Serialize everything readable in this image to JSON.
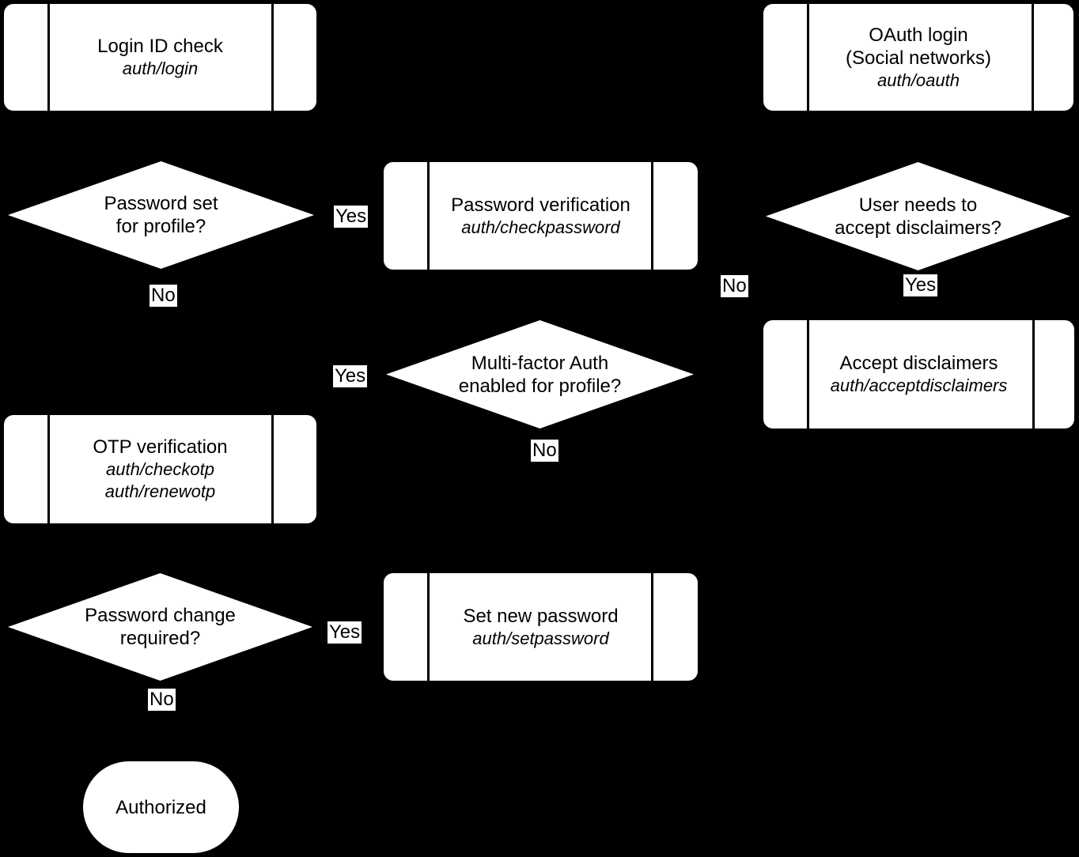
{
  "colors": {
    "background": "#000000",
    "shape_fill": "#ffffff",
    "text": "#000000"
  },
  "nodes": [
    {
      "id": "login-id-check",
      "type": "subroutine",
      "title": "Login ID check",
      "paths": "auth/login"
    },
    {
      "id": "oauth-login",
      "type": "subroutine",
      "title": "OAuth login\n(Social networks)",
      "paths": "auth/oauth"
    },
    {
      "id": "password-set",
      "type": "decision",
      "title": "Password set\nfor profile?"
    },
    {
      "id": "password-verification",
      "type": "subroutine",
      "title": "Password verification",
      "paths": "auth/checkpassword"
    },
    {
      "id": "user-needs-disclaimers",
      "type": "decision",
      "title": "User needs to\naccept disclaimers?"
    },
    {
      "id": "multi-factor",
      "type": "decision",
      "title": "Multi-factor Auth\nenabled for profile?"
    },
    {
      "id": "accept-disclaimers",
      "type": "subroutine",
      "title": "Accept disclaimers",
      "paths": "auth/acceptdisclaimers"
    },
    {
      "id": "otp-verification",
      "type": "subroutine",
      "title": "OTP verification",
      "paths": "auth/checkotp\nauth/renewotp"
    },
    {
      "id": "password-change",
      "type": "decision",
      "title": "Password change\nrequired?"
    },
    {
      "id": "set-new-password",
      "type": "subroutine",
      "title": "Set new password",
      "paths": "auth/setpassword"
    },
    {
      "id": "authorized",
      "type": "terminator",
      "title": "Authorized"
    }
  ],
  "labels": [
    {
      "text": "Yes"
    },
    {
      "text": "No"
    },
    {
      "text": "No"
    },
    {
      "text": "Yes"
    },
    {
      "text": "Yes"
    },
    {
      "text": "No"
    },
    {
      "text": "Yes"
    },
    {
      "text": "No"
    }
  ]
}
